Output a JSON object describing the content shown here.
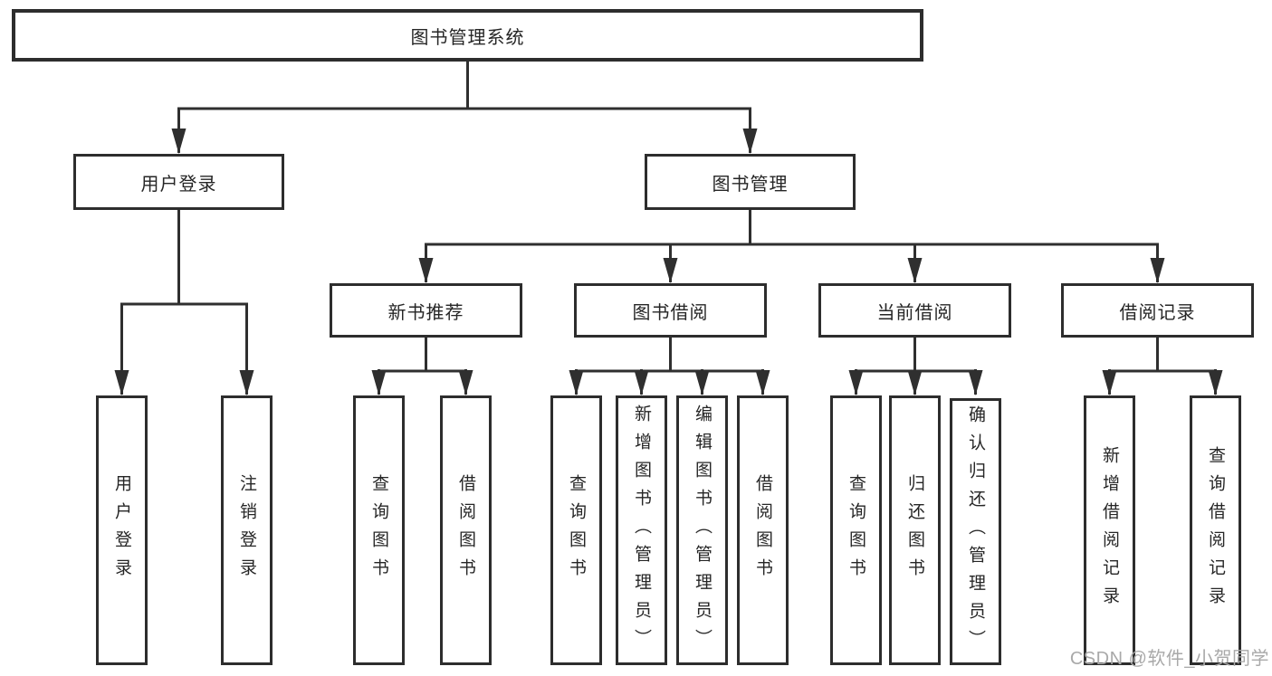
{
  "diagram": {
    "root": "图书管理系统",
    "level2": {
      "user_login": "用户登录",
      "book_management": "图书管理"
    },
    "login_children": [
      "用户登录",
      "注销登录"
    ],
    "modules": [
      "新书推荐",
      "图书借阅",
      "当前借阅",
      "借阅记录"
    ],
    "new_book_children": [
      "查询图书",
      "借阅图书"
    ],
    "book_borrow_children": [
      "查询图书",
      "新增图书（管理员）",
      "编辑图书（管理员）",
      "借阅图书"
    ],
    "current_borrow_children": [
      "查询图书",
      "归还图书",
      "确认归还（管理员）"
    ],
    "borrow_record_children": [
      "新增借阅记录",
      "查询借阅记录"
    ]
  },
  "watermark": "CSDN @软件_小贺同学",
  "colors": {
    "line": "#2f2f2f",
    "box_border": "#2d2d2d",
    "text": "#262626",
    "background": "#ffffff",
    "watermark": "#a9a9a9"
  }
}
